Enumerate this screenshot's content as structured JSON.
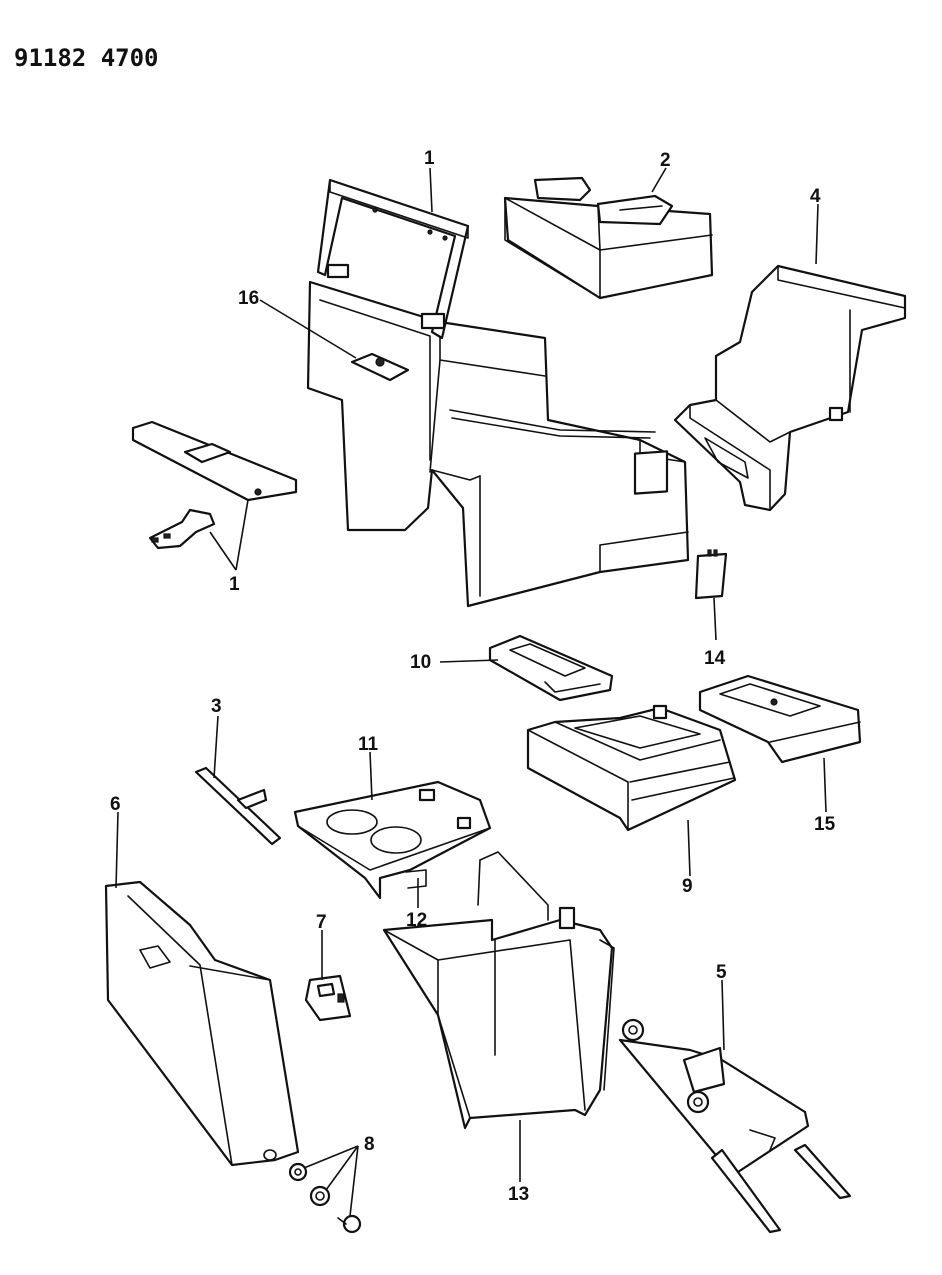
{
  "document_number": "91182 4700",
  "callouts": [
    {
      "id": "c1a",
      "label": "1"
    },
    {
      "id": "c1b",
      "label": "1"
    },
    {
      "id": "c2",
      "label": "2"
    },
    {
      "id": "c3",
      "label": "3"
    },
    {
      "id": "c4",
      "label": "4"
    },
    {
      "id": "c5",
      "label": "5"
    },
    {
      "id": "c6",
      "label": "6"
    },
    {
      "id": "c7",
      "label": "7"
    },
    {
      "id": "c8",
      "label": "8"
    },
    {
      "id": "c9",
      "label": "9"
    },
    {
      "id": "c10",
      "label": "10"
    },
    {
      "id": "c11",
      "label": "11"
    },
    {
      "id": "c12",
      "label": "12"
    },
    {
      "id": "c13",
      "label": "13"
    },
    {
      "id": "c14",
      "label": "14"
    },
    {
      "id": "c15",
      "label": "15"
    },
    {
      "id": "c16",
      "label": "16"
    }
  ]
}
